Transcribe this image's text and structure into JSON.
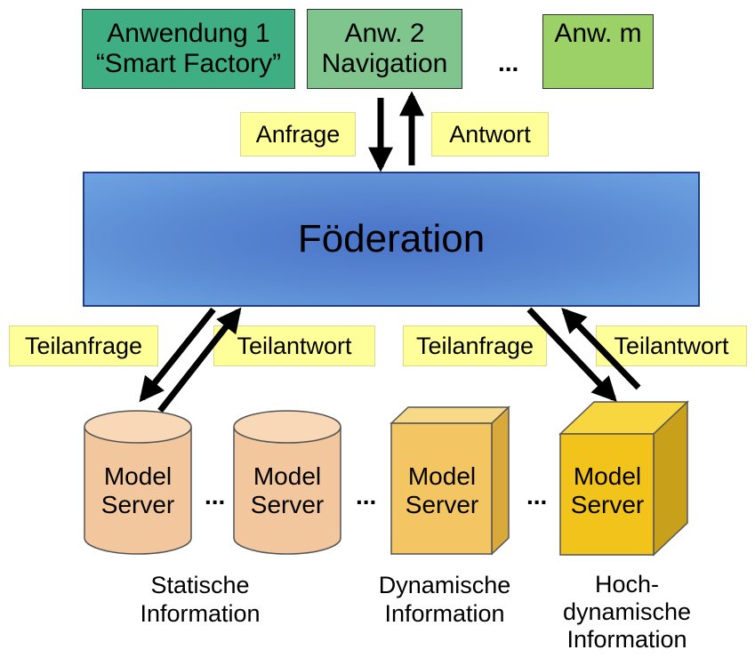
{
  "applications": [
    {
      "text": "Anwendung 1\n“Smart Factory”",
      "color": "#3fae83"
    },
    {
      "text": "Anw. 2\nNavigation",
      "color": "#80c58d"
    },
    {
      "text": "Anw. m",
      "color": "#9bd167"
    }
  ],
  "app_ellipsis": "...",
  "request_label": "Anfrage",
  "response_label": "Antwort",
  "federation_label": "Föderation",
  "sub_labels": [
    "Teilanfrage",
    "Teilantwort",
    "Teilanfrage",
    "Teilantwort"
  ],
  "servers": [
    {
      "text": "Model\nServer",
      "shape": "cylinder",
      "color": "#f3c79d"
    },
    {
      "text": "Model\nServer",
      "shape": "cylinder",
      "color": "#f3c79d"
    },
    {
      "text": "Model\nServer",
      "shape": "cube",
      "color": "#f4c563"
    },
    {
      "text": "Model\nServer",
      "shape": "cube",
      "color": "#f2c31b"
    }
  ],
  "server_ellipsis": "...",
  "captions": [
    "Statische\nInformation",
    "Dynamische\nInformation",
    "Hoch-\ndynamische\nInformation"
  ],
  "colors": {
    "label_bg": "#ffff99",
    "federation": "#5b8bd3"
  }
}
